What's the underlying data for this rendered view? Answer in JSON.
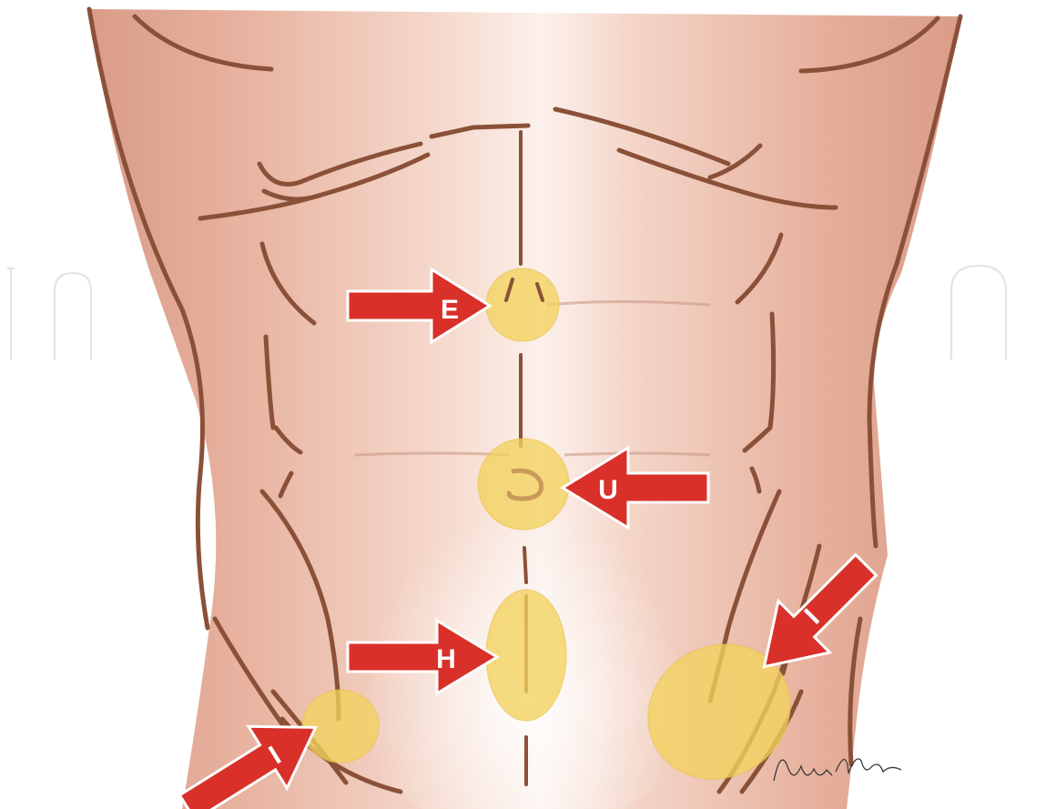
{
  "labels": {
    "epigastric": "E",
    "umbilical": "U",
    "hypogastric": "H",
    "inguinal_left": "I",
    "inguinal_right": "I"
  },
  "colors": {
    "skin": "#ecbcab",
    "skin_center": "#fbeee8",
    "contour": "#8a5138",
    "site_highlight": "#f2d25c",
    "arrow": "#d9302a",
    "arrow_outline": "#ffffff",
    "watermark": "#d9d9d9"
  },
  "icons": {
    "arrow": "arrow-icon",
    "site": "hernia-site-marker"
  }
}
